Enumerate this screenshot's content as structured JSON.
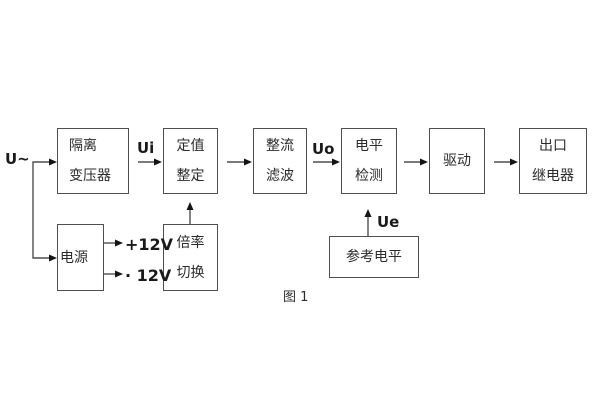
{
  "figure": {
    "caption": "图 1"
  },
  "blocks": {
    "isolation_transformer": {
      "lines": [
        "隔离",
        "变压器"
      ]
    },
    "setting": {
      "lines": [
        "定值",
        "整定"
      ]
    },
    "rectifier_filter": {
      "lines": [
        "整流",
        "滤波"
      ]
    },
    "level_detection": {
      "lines": [
        "电平",
        "检测"
      ]
    },
    "drive": {
      "lines": [
        "驱动"
      ]
    },
    "output_relay": {
      "lines": [
        "出口",
        "继电器"
      ]
    },
    "power_supply": {
      "lines": [
        "电源"
      ]
    },
    "ratio_switch": {
      "lines": [
        "倍率",
        "切换"
      ]
    },
    "reference_level": {
      "lines": [
        "参考电平"
      ]
    }
  },
  "labels": {
    "input_signal": "U~",
    "ui": "Ui",
    "uo": "Uo",
    "ue": "Ue",
    "plus_12v": "+12V",
    "minus_12v": "· 12V"
  },
  "colors": {
    "background": "#ffffff",
    "line": "#4f4f4f",
    "text": "#2b2b2b",
    "arrowhead": "#141414"
  }
}
